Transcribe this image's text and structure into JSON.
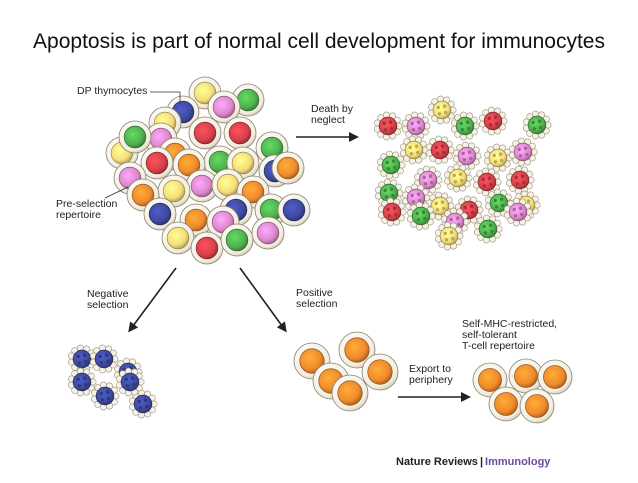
{
  "title": "Apoptosis is part of normal cell development for immunocytes",
  "labels": {
    "dp_thymocytes": "DP thymocytes",
    "pre_selection_1": "Pre-selection",
    "pre_selection_2": "repertoire",
    "death_1": "Death by",
    "death_2": "neglect",
    "negative_1": "Negative",
    "negative_2": "selection",
    "positive_1": "Positive",
    "positive_2": "selection",
    "self_1": "Self-MHC-restricted,",
    "self_2": "self-tolerant",
    "self_3": "T-cell repertoire",
    "export_1": "Export to",
    "export_2": "periphery"
  },
  "brand": {
    "journal": "Nature Reviews",
    "separator": "|",
    "section": "Immunology"
  },
  "colors": {
    "orange": "#f08a2c",
    "yellow": "#f5dd78",
    "red": "#d6414a",
    "green": "#4fb04e",
    "pink": "#de88cc",
    "blue": "#3e4aa0",
    "arrow": "#222222"
  }
}
